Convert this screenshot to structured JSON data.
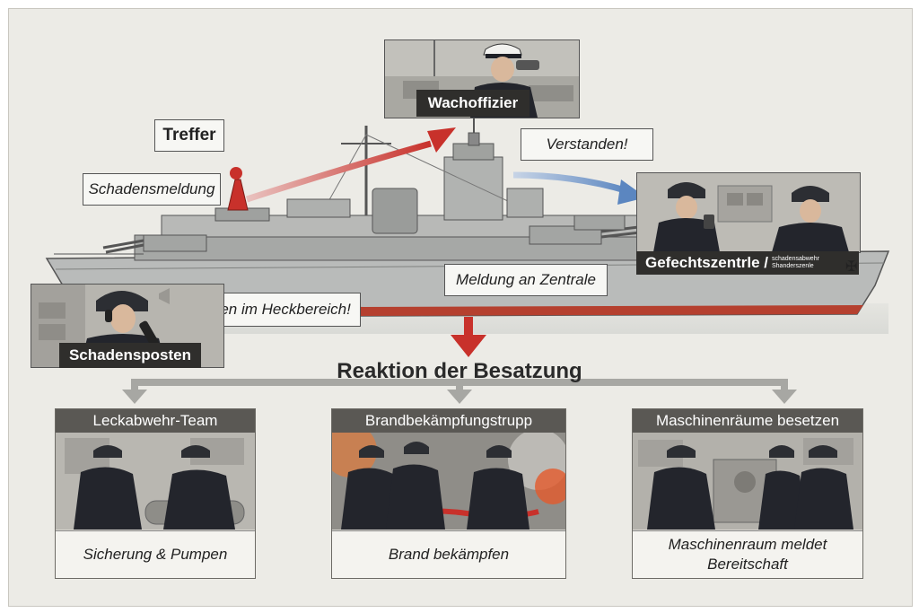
{
  "callouts": {
    "treffer": "Treffer",
    "schadensmeldung": "Schadensmeldung",
    "verstanden": "Verstanden!",
    "meldung_zentrale": "Meldung an Zentrale",
    "schaden_heck": "Schaden im Heckbereich!"
  },
  "roles": {
    "wachoffizier": "Wachoffizier",
    "gefechtszentrale": "Gefechtszentrle /",
    "gefechtszentrale_sub1": "schadensabwehr",
    "gefechtszentrale_sub2": "Shanderszenle",
    "schadensposten": "Schadensposten"
  },
  "reaction_title": "Reaktion der Besatzung",
  "teams": [
    {
      "title": "Leckabwehr-Team",
      "caption": "Sicherung & Pumpen"
    },
    {
      "title": "Brandbekämpfungstrupp",
      "caption": "Brand bekämpfen"
    },
    {
      "title": "Maschinenräume besetzen",
      "caption": "Maschinenraum meldet Bereitschaft"
    }
  ],
  "colors": {
    "alert_red": "#c8312b",
    "ack_blue": "#5b86c0",
    "flow_gray": "#a7a7a3",
    "hull_gray": "#b9bbba",
    "waterline_red": "#b5402f"
  }
}
